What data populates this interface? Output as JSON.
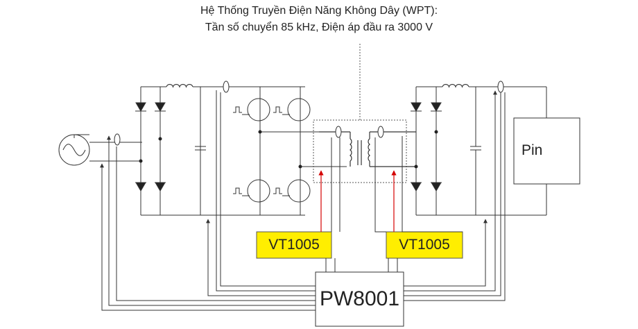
{
  "title": {
    "line1": "Hệ Thống Truyền Điện Năng Không Dây (WPT):",
    "line2": "Tần số chuyển 85 kHz, Điện áp đầu ra 3000 V"
  },
  "blocks": {
    "probe_left": "VT1005",
    "probe_right": "VT1005",
    "analyzer": "PW8001",
    "battery": "Pin"
  },
  "colors": {
    "wire": "#333333",
    "probe_fill": "#ffee00",
    "signal": "#d40000"
  }
}
